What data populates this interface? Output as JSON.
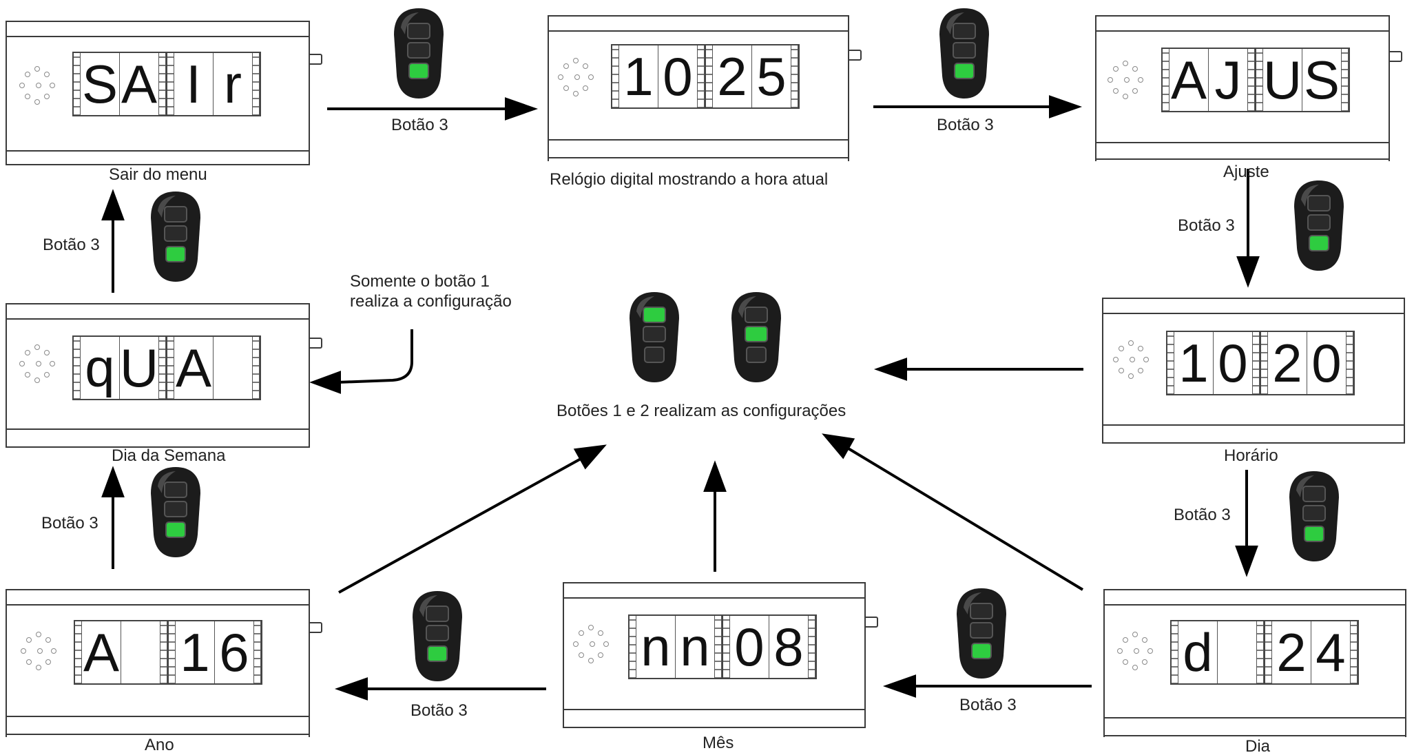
{
  "devices": {
    "sair": {
      "chars": [
        "S",
        "A",
        "I",
        "r"
      ],
      "caption": "Sair do menu"
    },
    "clock": {
      "chars": [
        "1",
        "0",
        "2",
        "5"
      ],
      "caption": "Relógio digital mostrando a hora atual"
    },
    "ajuste": {
      "chars": [
        "A",
        "J",
        "U",
        "S"
      ],
      "caption": "Ajuste"
    },
    "horario": {
      "chars": [
        "1",
        "0",
        "2",
        "0"
      ],
      "caption": "Horário"
    },
    "semana": {
      "chars": [
        "q",
        "U",
        "A",
        ""
      ],
      "caption": "Dia da Semana"
    },
    "ano": {
      "chars": [
        "A",
        "",
        "1",
        "6"
      ],
      "caption": "Ano"
    },
    "mes": {
      "chars": [
        "n",
        "n",
        "0",
        "8"
      ],
      "caption": "Mês"
    },
    "dia": {
      "chars": [
        "d",
        "",
        "2",
        "4"
      ],
      "caption": "Dia"
    }
  },
  "arrow_labels": {
    "sair_to_clock": "Botão 3",
    "clock_to_ajuste": "Botão 3",
    "ajuste_to_horario": "Botão 3",
    "horario_to_dia": "Botão 3",
    "dia_to_mes": "Botão 3",
    "mes_to_ano": "Botão 3",
    "ano_to_semana": "Botão 3",
    "semana_to_sair": "Botão 3"
  },
  "notes": {
    "semana_note_line1": "Somente o botão 1",
    "semana_note_line2": "realiza a configuração",
    "center_caption": "Botões 1 e 2 realizam as configurações"
  },
  "colors": {
    "highlight": "#2ecc40",
    "remote_body": "#1c1c1c",
    "arrow": "#000000"
  },
  "icons": {
    "remote": "remote-control-icon",
    "speaker": "speaker-icon"
  }
}
